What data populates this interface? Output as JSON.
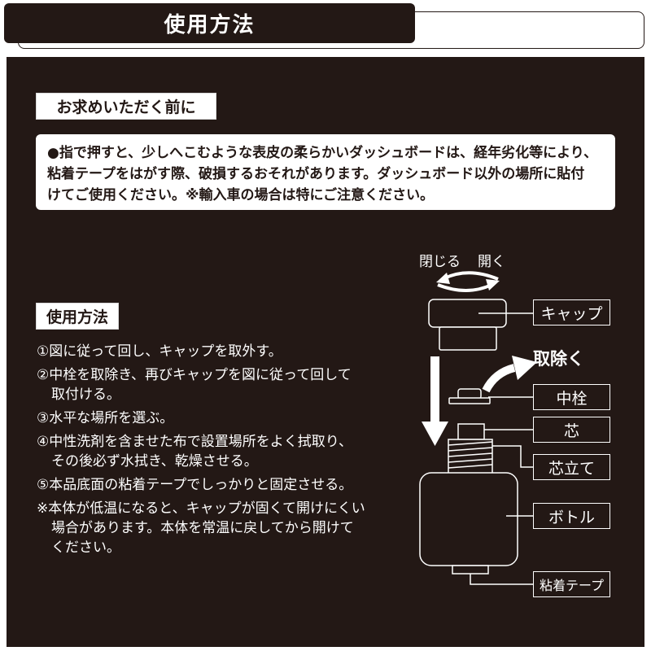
{
  "header": {
    "title": "使用方法"
  },
  "notice": {
    "title": "お求めいただく前に",
    "lines": [
      "●指で押すと、少しへこむような表皮の柔らかいダッシュボードは、経年劣化等により、",
      "粘着テープをはがす際、破損するおそれがあります。ダッシュボード以外の場所に貼付",
      "けてご使用ください。※輸入車の場合は特にご注意ください。"
    ]
  },
  "usage": {
    "title": "使用方法",
    "steps": [
      {
        "lines": [
          "①図に従って回し、キャップを取外す。"
        ]
      },
      {
        "lines": [
          "②中栓を取除き、再びキャップを図に従って回して",
          "取付ける。"
        ]
      },
      {
        "lines": [
          "③水平な場所を選ぶ。"
        ]
      },
      {
        "lines": [
          "④中性洗剤を含ませた布で設置場所をよく拭取り、",
          "その後必ず水拭き、乾燥させる。"
        ]
      },
      {
        "lines": [
          "⑤本品底面の粘着テープでしっかりと固定させる。"
        ]
      }
    ],
    "note": {
      "lines": [
        "※本体が低温になると、キャップが固くて開けにくい",
        "場合があります。本体を常温に戻してから開けて",
        "ください。"
      ]
    }
  },
  "diagram": {
    "close_label": "閉じる",
    "open_label": "開く",
    "remove_label": "取除く",
    "parts": {
      "cap": "キャップ",
      "inner_plug": "中栓",
      "wick": "芯",
      "wick_holder": "芯立て",
      "bottle": "ボトル",
      "adhesive_tape": "粘着テープ"
    }
  },
  "colors": {
    "panel": "#231815",
    "foreground": "#ffffff",
    "ink": "#231815"
  },
  "icons": {
    "rotation": "rotate-arrows-icon",
    "down": "down-arrow-icon",
    "remove": "curved-arrow-icon"
  }
}
